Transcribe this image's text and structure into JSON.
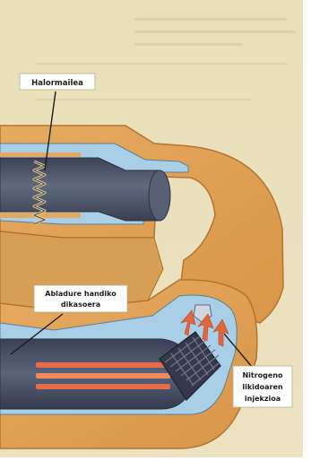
{
  "labels": {
    "top": "Halormailea",
    "middle_line1": "Abladure handiko",
    "middle_line2": "dikasoera",
    "right_line1": "Nitrogeno",
    "right_line2": "likidoaren",
    "right_line3": "injekzioa"
  },
  "colors": {
    "background": "#e9dfb6",
    "cover": "#e2a45a",
    "cover_edge": "#b37430",
    "chamber": "#a9cfe6",
    "barrel": "#4b5366",
    "coil_heat": "#e86b48",
    "arrow": "#e0663d"
  }
}
